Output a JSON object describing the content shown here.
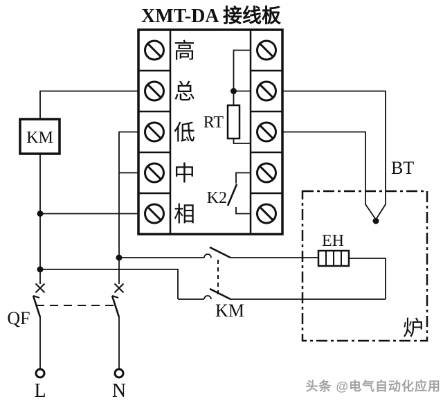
{
  "title": "XMT-DA 接线板",
  "terminal_board": {
    "left_labels": [
      "高",
      "总",
      "低",
      "中",
      "相"
    ]
  },
  "labels": {
    "rt": "RT",
    "k2": "K2",
    "km_coil": "KM",
    "km_contacts": "KM",
    "qf": "QF",
    "bt": "BT",
    "eh": "EH",
    "furnace": "炉",
    "line_phase": "L",
    "neutral": "N"
  },
  "watermark": "头条 @电气自动化应用",
  "colors": {
    "line": "#111111",
    "background": "#ffffff",
    "watermark": "#a2a2a2"
  }
}
